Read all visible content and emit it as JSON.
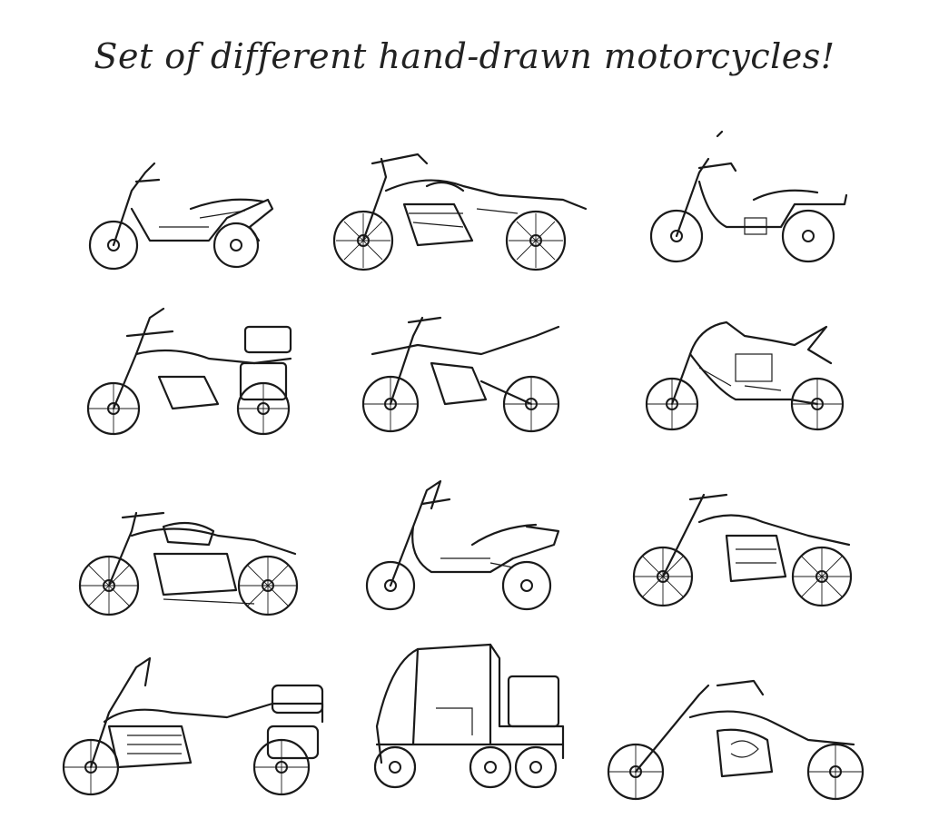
{
  "title": "Set of different  hand-drawn motorcycles!",
  "colors": {
    "ink": "#1a1a1a",
    "background": "#ffffff"
  },
  "motorcycles": [
    {
      "id": "scooter",
      "icon": "scooter-icon"
    },
    {
      "id": "cruiser",
      "icon": "cruiser-icon"
    },
    {
      "id": "underbone",
      "icon": "underbone-icon"
    },
    {
      "id": "adventure-touring",
      "icon": "adventure-touring-icon"
    },
    {
      "id": "dirt-bike",
      "icon": "dirt-bike-icon"
    },
    {
      "id": "sport-bike",
      "icon": "sport-bike-icon"
    },
    {
      "id": "classic",
      "icon": "classic-motorcycle-icon"
    },
    {
      "id": "maxi-scooter",
      "icon": "maxi-scooter-icon"
    },
    {
      "id": "custom-cruiser",
      "icon": "custom-cruiser-icon"
    },
    {
      "id": "grand-touring",
      "icon": "grand-touring-icon"
    },
    {
      "id": "covered-trike",
      "icon": "covered-trike-icon"
    },
    {
      "id": "chopper",
      "icon": "chopper-icon"
    }
  ]
}
